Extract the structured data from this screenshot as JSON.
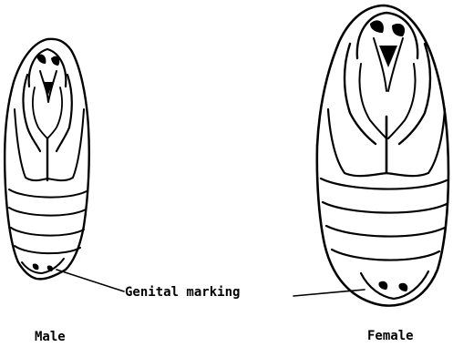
{
  "figure": {
    "callout_label": "Genital marking",
    "male_label": "Male",
    "female_label": "Female"
  },
  "colors": {
    "ink": "#000000",
    "paper": "#ffffff"
  }
}
